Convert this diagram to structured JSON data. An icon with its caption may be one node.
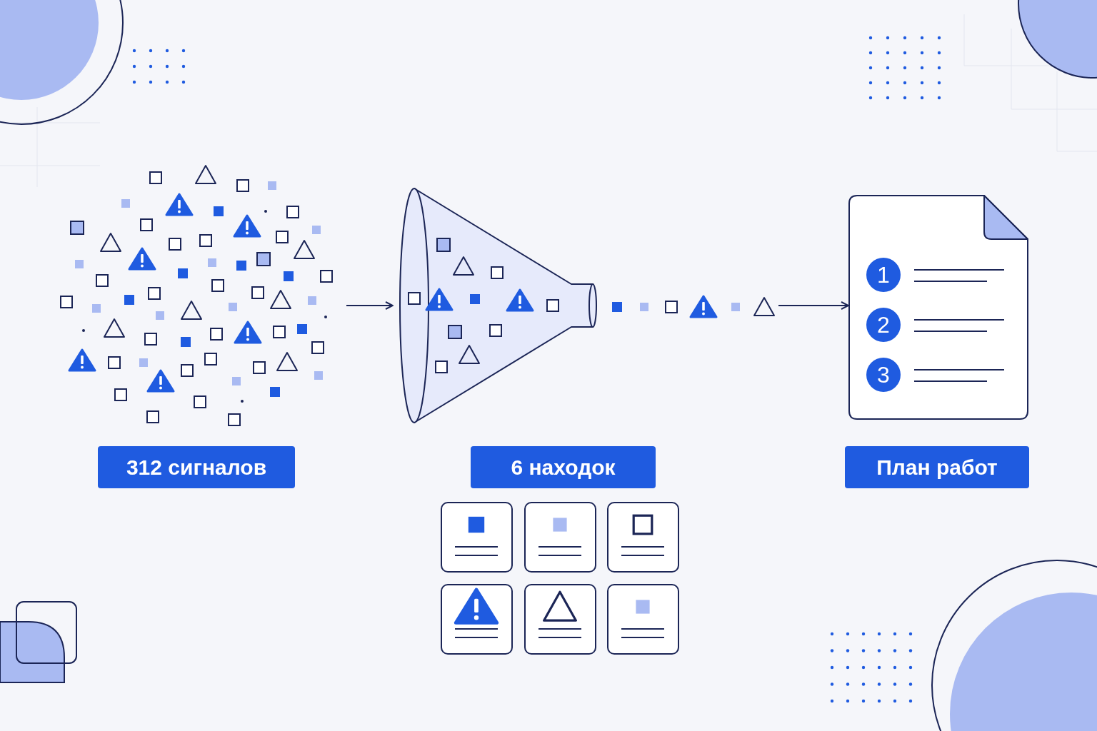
{
  "diagram": {
    "nodes": [
      {
        "text": [],
        "shape": "picture"
      },
      {
        "text": [],
        "shape": "picture"
      },
      {
        "text": [],
        "shape": "picture"
      },
      {
        "text": [],
        "shape": "picture"
      },
      {
        "text": [
          "1"
        ],
        "in": 3
      },
      {
        "text": [
          "2"
        ],
        "in": 3
      },
      {
        "text": [
          "3"
        ],
        "in": 3
      },
      {
        "text": [
          "312 сигналов"
        ]
      },
      {
        "text": [
          "6 находок"
        ]
      },
      {
        "text": [
          "План работ"
        ]
      },
      {
        "text": [],
        "shape": "box"
      },
      {
        "text": [],
        "shape": "box"
      },
      {
        "text": [],
        "shape": "box"
      },
      {
        "text": [],
        "shape": "box"
      },
      {
        "text": [],
        "shape": "box"
      },
      {
        "text": [],
        "shape": "box"
      }
    ],
    "edges": [
      {
        "from": 0,
        "to": 1,
        "arrow": "to"
      },
      {
        "from": 2,
        "to": 3,
        "arrow": "to"
      }
    ]
  }
}
